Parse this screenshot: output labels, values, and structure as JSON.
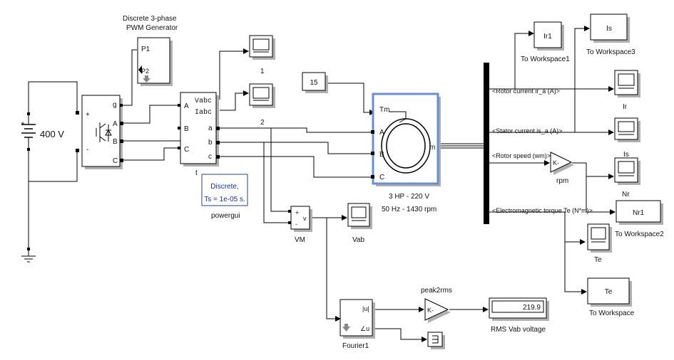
{
  "pwm_block": {
    "title_line1": "Discrete 3-phase",
    "title_line2": "PWM Generator",
    "port_p1": "P1",
    "port_p2": "P2"
  },
  "dc_source": {
    "label": "400 V"
  },
  "inverter": {
    "port_g": "g",
    "port_plus": "+",
    "port_minus": "-",
    "port_a": "A",
    "port_b": "B",
    "port_c": "C"
  },
  "measurement": {
    "label": "t",
    "in_a": "A",
    "in_b": "B",
    "in_c": "C",
    "out_vabc": "Vabc",
    "out_iabc": "Iabc",
    "out_a": "a",
    "out_b": "b",
    "out_c": "c"
  },
  "scope1": {
    "label": "1"
  },
  "scope2": {
    "label": "2"
  },
  "powergui": {
    "line1": "Discrete,",
    "line2": "Ts = 1e-05 s.",
    "label": "powergui"
  },
  "constant": {
    "value": "15"
  },
  "motor": {
    "port_tm": "Tm",
    "port_a": "A",
    "port_b": "B",
    "port_c": "C",
    "port_m": "m",
    "label_line1": "3 HP - 220 V",
    "label_line2": "50 Hz - 1430 rpm"
  },
  "bus_signals": {
    "rotor_current": "<Rotor current ir_a (A)>",
    "stator_current": "<Stator current is_a (A)>",
    "rotor_speed": "<Rotor speed (wm)>",
    "torque": "<Electromagnetic torque Te (N*m)>"
  },
  "blocks": {
    "ir1": {
      "text": "Ir1",
      "label": "To Workspace1"
    },
    "is_ws": {
      "text": "Is",
      "label": "To Workspace3"
    },
    "nr1": {
      "text": "Nr1",
      "label": "To Workspace2"
    },
    "te_ws": {
      "text": "Te",
      "label": "To Workspace"
    },
    "scope_ir": {
      "label": "Ir"
    },
    "scope_is": {
      "label": "Is"
    },
    "scope_nr": {
      "label": "Nr"
    },
    "scope_te": {
      "label": "Te"
    },
    "gain_rpm": {
      "text": "K-",
      "label": "rpm"
    }
  },
  "voltmeter": {
    "label": "VM",
    "plus": "+",
    "minus": "-",
    "out": "v"
  },
  "scope_vab": {
    "label": "Vab"
  },
  "fourier": {
    "label": "Fourier1",
    "out_mag": "|u|",
    "out_angle": "∠u"
  },
  "peak2rms": {
    "text": "K-",
    "label": "peak2rms"
  },
  "display": {
    "value": "219.9",
    "label": "RMS Vab voltage"
  }
}
